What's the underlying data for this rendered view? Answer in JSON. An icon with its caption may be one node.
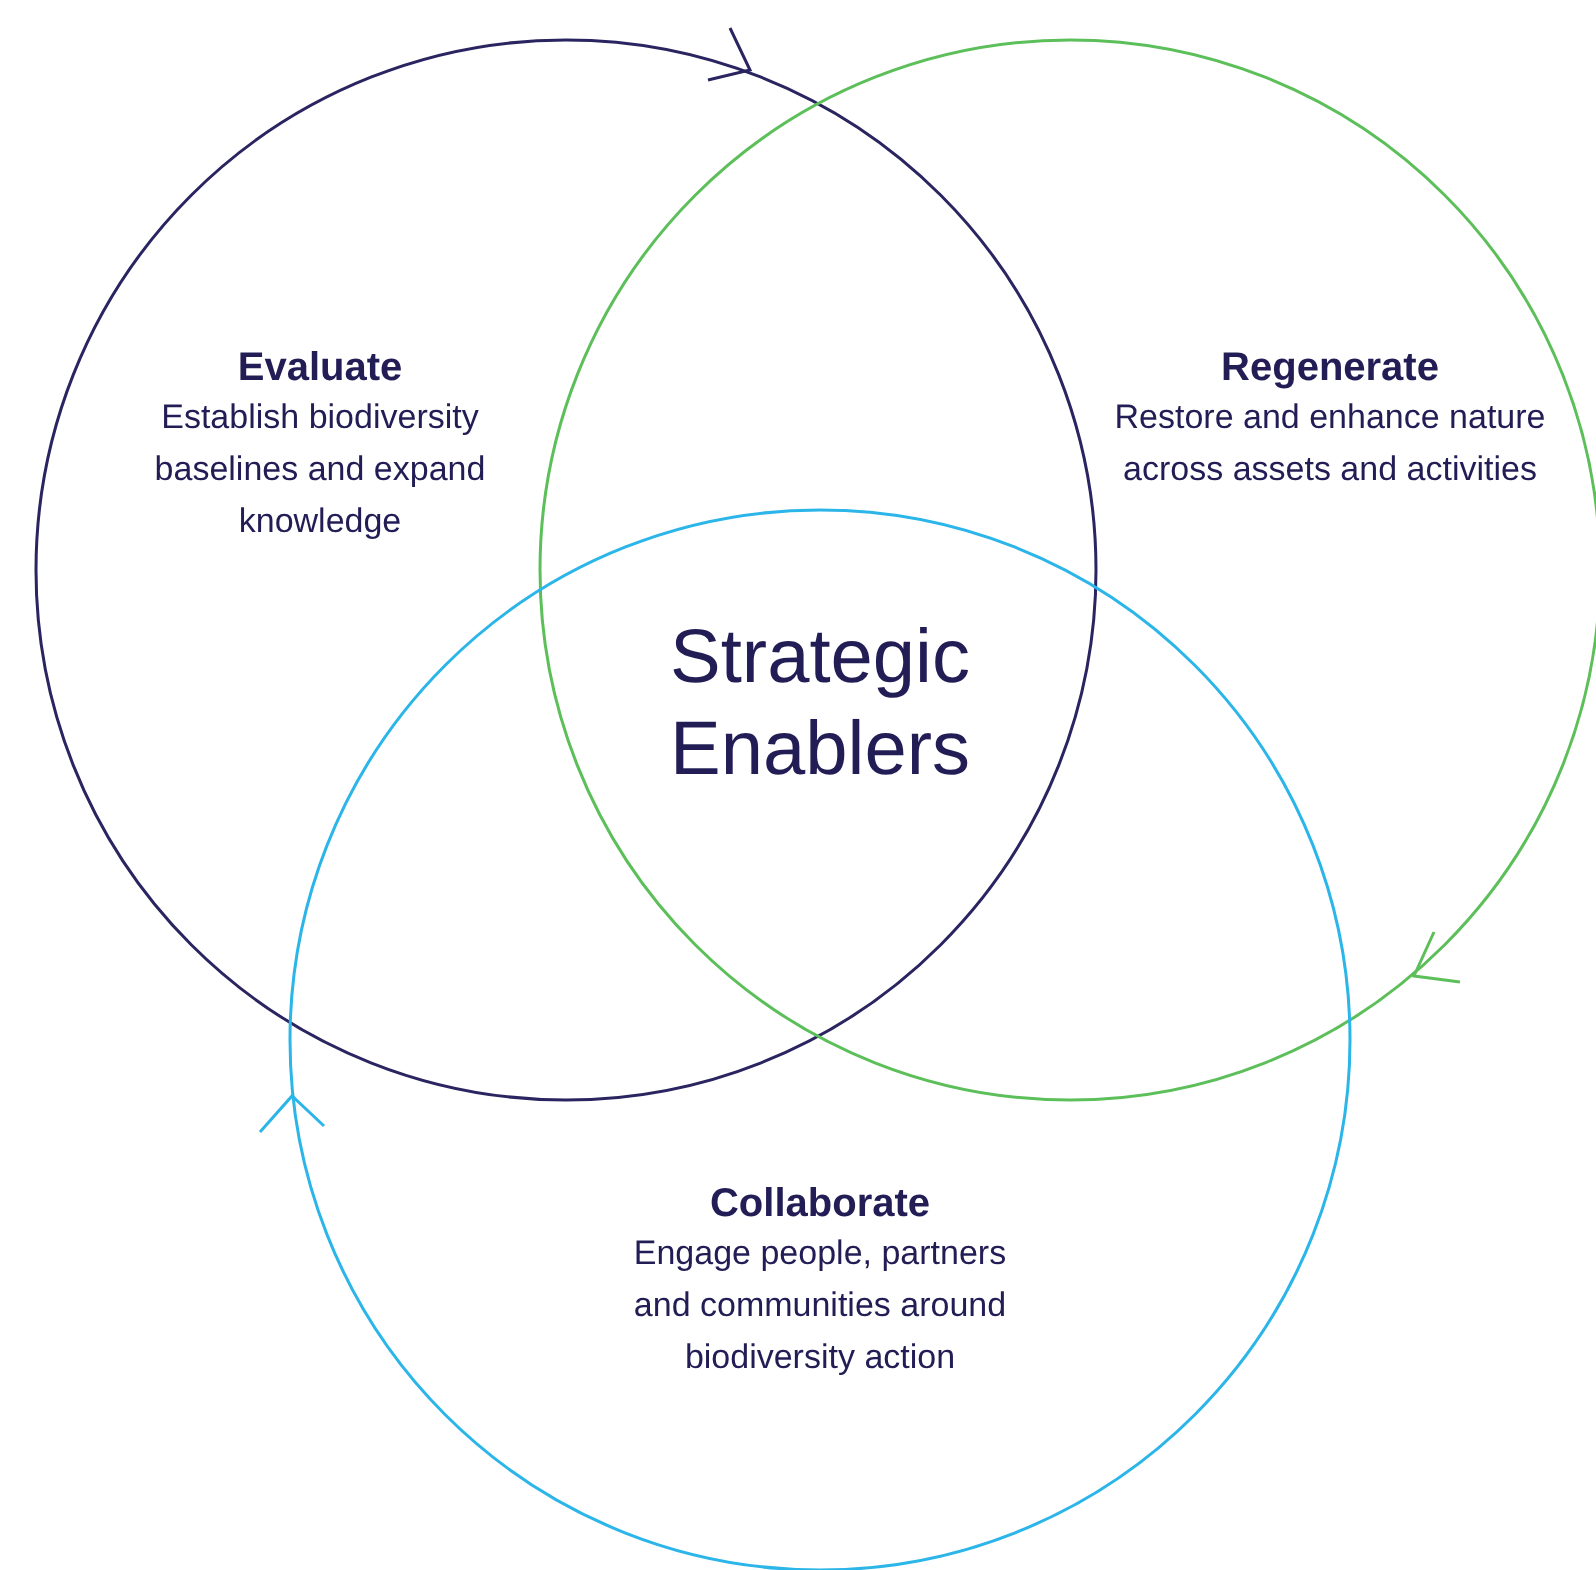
{
  "diagram": {
    "nodes": [
      {
        "text": [
          "Evaluate",
          "Establish biodiversity baselines and expand knowledge"
        ]
      },
      {
        "text": [
          "Regenerate",
          "Restore and enhance nature across assets and activities"
        ]
      },
      {
        "text": [
          "Collaborate",
          "Engage people, partners and communities around biodiversity action"
        ]
      }
    ],
    "labels": [
      "Strategic Enablers"
    ]
  }
}
